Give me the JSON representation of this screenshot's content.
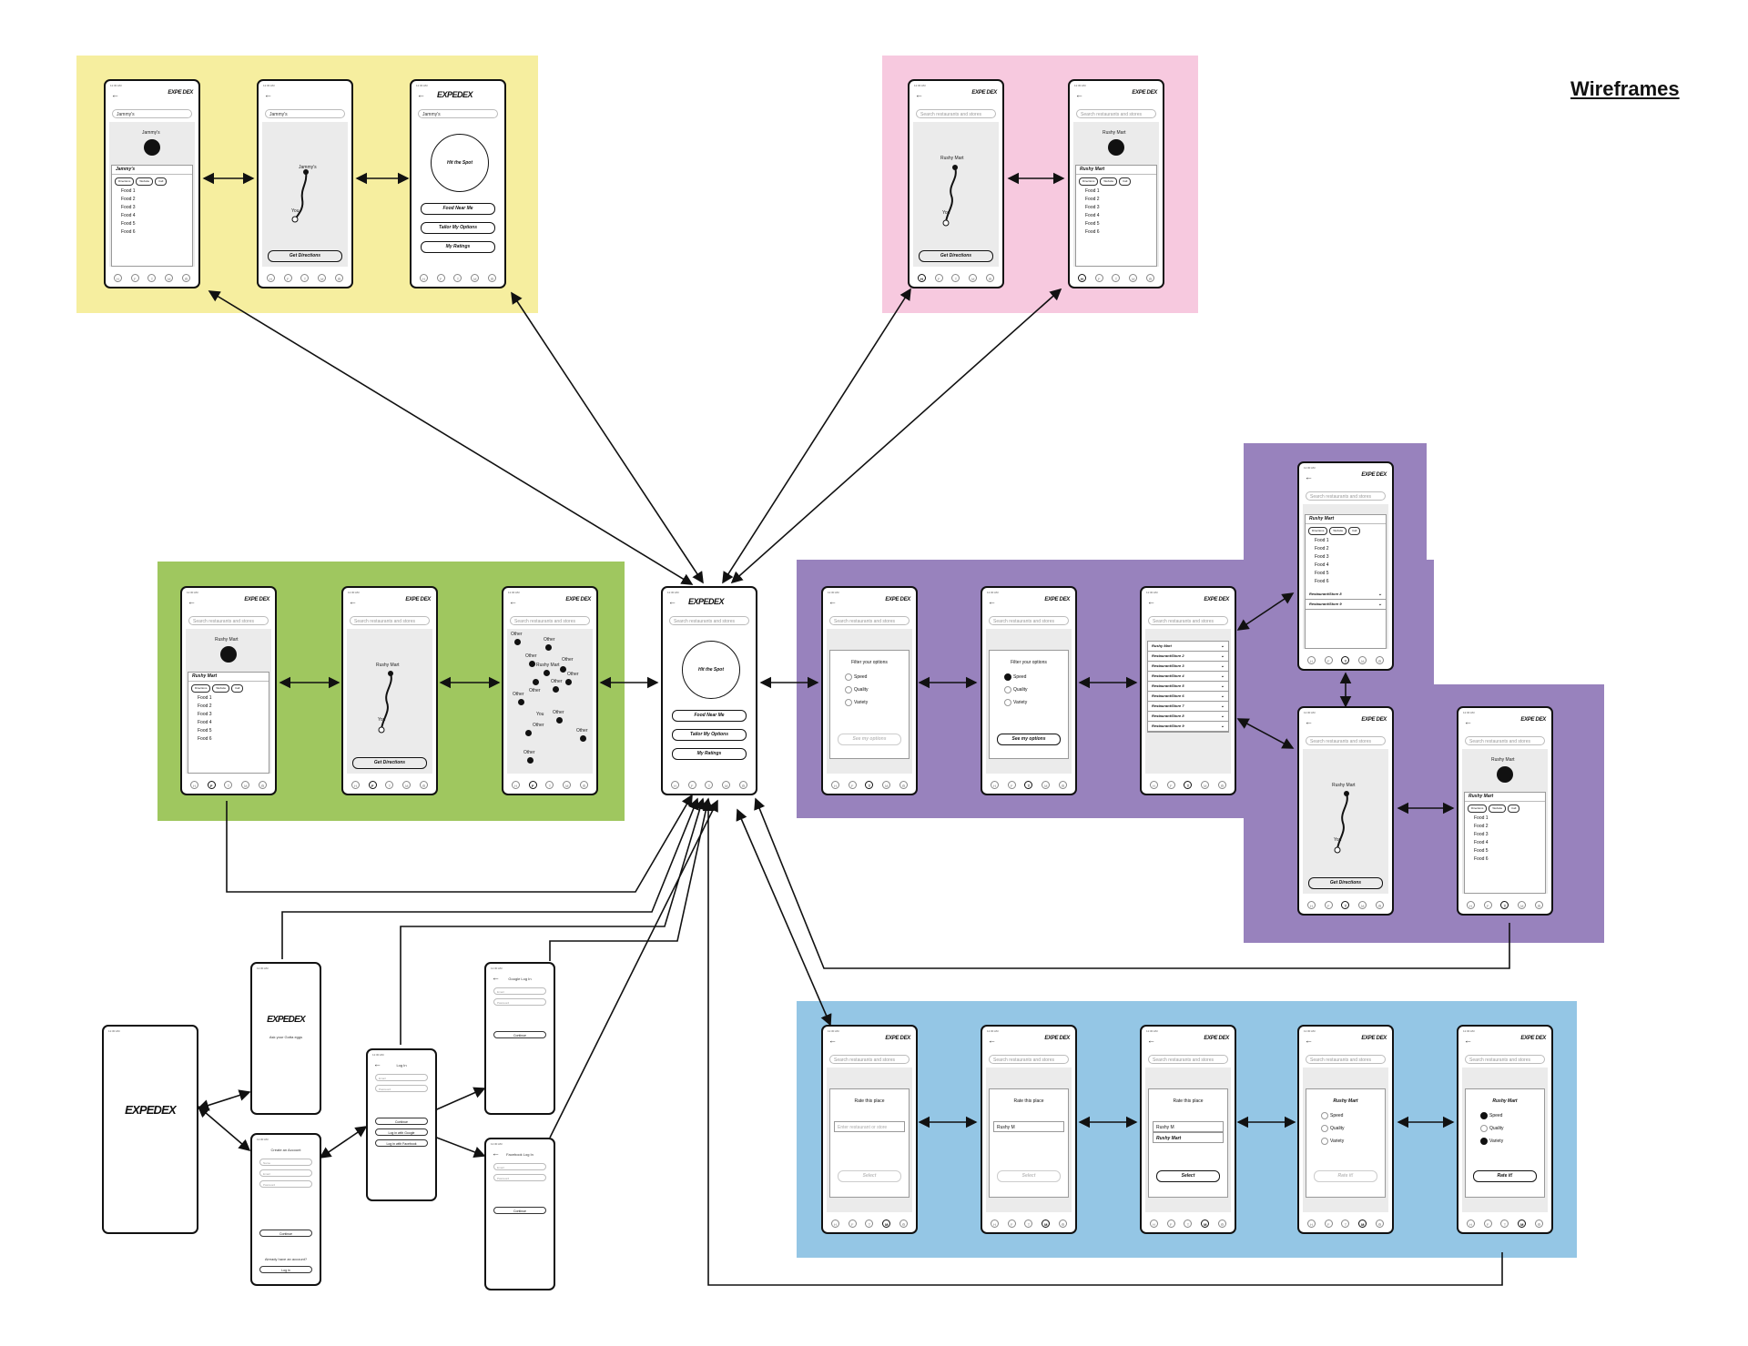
{
  "title": "Wireframes",
  "colors": {
    "yellow": "#f6ee9f",
    "pink": "#f7c9df",
    "green": "#9fc75f",
    "purple": "#9882bd",
    "blue": "#94c6e5"
  },
  "app": {
    "logo": "EXPEDEX",
    "logo_small": "EXPE DEX",
    "search_placeholder": "Search restaurants and stores",
    "tabs": [
      "H",
      "F",
      "T",
      "M",
      "⚙"
    ],
    "status_time": "11:30 AM"
  },
  "jammys": {
    "name": "Jammy's",
    "you": "You",
    "pills": [
      "Directions",
      "Website",
      "Call"
    ],
    "foods": [
      "Food 1",
      "Food 2",
      "Food 3",
      "Food 4",
      "Food 5",
      "Food 6"
    ],
    "get_directions": "Get Directions"
  },
  "home": {
    "hit": "Hit the Spot",
    "buttons": [
      "Food Near Me",
      "Tailor My Options",
      "My Ratings"
    ]
  },
  "rushy": {
    "name": "Rushy Mart",
    "you": "You",
    "other": "Other"
  },
  "filter": {
    "prompt": "Filter your options",
    "options": [
      "Speed",
      "Quality",
      "Variety"
    ],
    "see": "See my options"
  },
  "stores": [
    "Rushy Mart",
    "Restaurant/Store 2",
    "Restaurant/Store 3",
    "Restaurant/Store 4",
    "Restaurant/Store 5",
    "Restaurant/Store 6",
    "Restaurant/Store 7",
    "Restaurant/Store 8",
    "Restaurant/Store 9"
  ],
  "rate": {
    "prompt": "Rate this place",
    "placeholder": "Enter restaurant or store",
    "typed": "Rushy M",
    "suggestion": "Rushy Mart",
    "select": "Select",
    "rate_it": "Rate it!"
  },
  "onboarding": {
    "tagline": "Ask your Gotta eggs",
    "create_account": "Create an Account",
    "continue": "Continue",
    "already": "Already have an account?",
    "login": "Log in",
    "login_title": "Log In",
    "login_google": "Log in with Google",
    "login_facebook": "Log in with Facebook",
    "google_title": "Google Log In",
    "facebook_title": "Facebook Log In",
    "fields": [
      "Name",
      "Email",
      "Password"
    ]
  }
}
